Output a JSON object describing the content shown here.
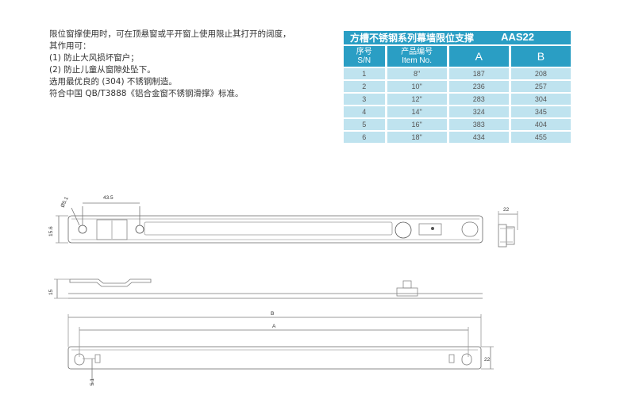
{
  "description": {
    "lines": [
      "限位窗撑使用时，可在顶悬窗或平开窗上使用限止其打开的阔度，",
      "其作用可：",
      "(1) 防止大风损坏窗户；",
      "(2) 防止儿童从窗隙处坠下。",
      "选用最优良的 (304) 不锈钢制造。",
      "符合中国 QB/T3888《铝合金窗不锈钢滑撑》标准。"
    ]
  },
  "table": {
    "title": "方槽不锈钢系列幕墙限位支撑",
    "code": "AAS22",
    "headers": {
      "sn_cn": "序号",
      "sn_en": "S/N",
      "item_cn": "产品编号",
      "item_en": "Item No.",
      "a": "A",
      "b": "B"
    },
    "rows": [
      {
        "sn": "1",
        "item": "8\"",
        "a": "187",
        "b": "208"
      },
      {
        "sn": "2",
        "item": "10\"",
        "a": "236",
        "b": "257"
      },
      {
        "sn": "3",
        "item": "12\"",
        "a": "283",
        "b": "304"
      },
      {
        "sn": "4",
        "item": "14\"",
        "a": "324",
        "b": "345"
      },
      {
        "sn": "5",
        "item": "16\"",
        "a": "383",
        "b": "404"
      },
      {
        "sn": "6",
        "item": "18\"",
        "a": "434",
        "b": "455"
      }
    ]
  },
  "drawing": {
    "hole_dia": "Ø5.1",
    "hole_spacing": "43.5",
    "height_top": "15.6",
    "width_end": "22",
    "side_height": "15",
    "dim_b": "B",
    "dim_a": "A",
    "bottom_height": "22",
    "bottom_offset": "5.1"
  }
}
